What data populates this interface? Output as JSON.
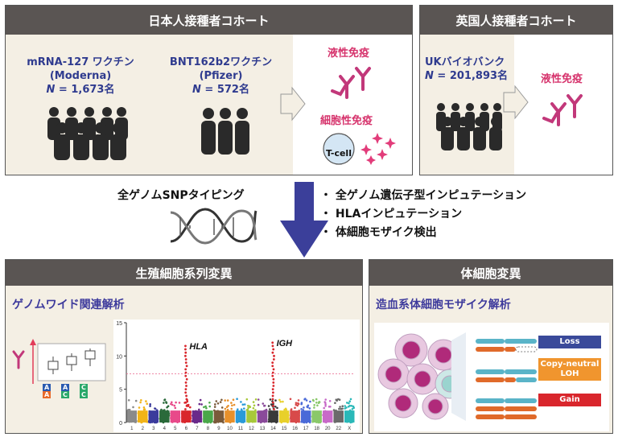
{
  "jp_cohort": {
    "title": "日本人接種者コホート",
    "moderna": {
      "name": "mRNA-127 ワクチン",
      "brand": "(Moderna)",
      "n_label": "N",
      "n_value": " = 1,673名"
    },
    "pfizer": {
      "name": "BNT162b2ワクチン",
      "brand": "(Pfizer)",
      "n_value": " = 572名"
    },
    "humoral": "液性免疫",
    "cellular": "細胞性免疫",
    "tcell": "T-cell"
  },
  "uk_cohort": {
    "title": "英国人接種者コホート",
    "name": "UKバイオバンク",
    "n_value": " = 201,893名",
    "humoral": "液性免疫"
  },
  "middle": {
    "snp_label": "全ゲノムSNPタイピング",
    "bullets": [
      "・ 全ゲノム遺伝子型インピュテーション",
      "・ HLAインピュテーション",
      "・ 体細胞モザイク検出"
    ]
  },
  "germline": {
    "title": "生殖細胞系列変異",
    "subtitle": "ゲノムワイド関連解析",
    "genotype_letters": [
      "A",
      "A",
      "A",
      "C",
      "C",
      "C"
    ]
  },
  "somatic": {
    "title": "体細胞変異",
    "subtitle": "造血系体細胞モザイク解析",
    "legend": [
      {
        "label": "Loss",
        "color": "#3a4a9a"
      },
      {
        "label": "Copy-neutral LOH",
        "color": "#f0952e"
      },
      {
        "label": "Gain",
        "color": "#d9262c"
      }
    ]
  },
  "chart_data": {
    "type": "scatter",
    "title": "",
    "xlabel": "",
    "ylabel": "",
    "ylim": [
      0,
      15
    ],
    "yticks": [
      0,
      5,
      10,
      15
    ],
    "threshold": 7.3,
    "chromosomes": [
      "1",
      "2",
      "3",
      "4",
      "5",
      "6",
      "7",
      "8",
      "9",
      "10",
      "11",
      "12",
      "13",
      "14",
      "15",
      "16",
      "17",
      "18",
      "20",
      "22",
      "X"
    ],
    "annotations": [
      {
        "label": "HLA",
        "chromosome": "6",
        "peak": 11.5
      },
      {
        "label": "IGH",
        "chromosome": "14",
        "peak": 12
      }
    ],
    "colors": [
      "#8a8a8a",
      "#f2b418",
      "#3b3b9c",
      "#2a6a3a",
      "#e84a8a",
      "#d9262c",
      "#6a2a8a",
      "#4aa84a",
      "#7a5a3a",
      "#e8902a",
      "#2a9ad8",
      "#a8c83a",
      "#8a4a9a",
      "#3a3a3a",
      "#e8d02a",
      "#d84a4a",
      "#4a6ad8",
      "#8ac86a",
      "#c86ac8",
      "#6a6a6a",
      "#2ab8b8"
    ]
  }
}
